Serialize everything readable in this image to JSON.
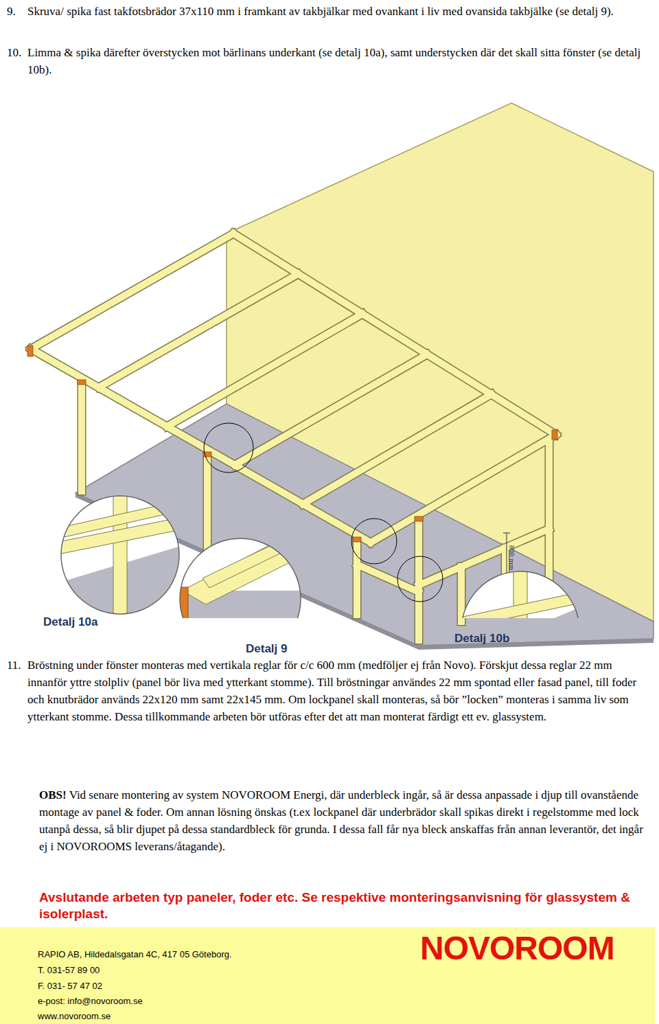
{
  "diagram": {
    "nodes": [
      {
        "text": [
          "RAPIO AB, Hildedalsgatan 4C, 417 05 Göteborg.",
          "T. 031-57 89 00",
          "F. 031- 57 47 02",
          "e-post: info@novoroom.se",
          "www.novoroom.se",
          "NOVOROOM"
        ]
      }
    ],
    "labels": [
      "9.",
      "Skruva/ spika fast takfotsbrädor 37x110 mm i framkant av takbjälkar med ovankant i liv med ovansida takbjälke (se detalj 9).",
      "10.",
      "Limma & spika därefter överstycken mot bärlinans underkant (se detalj 10a), samt understycken där det skall sitta fönster (se detalj 10b).",
      "800 mm",
      "Detalj 10a",
      "Detalj 9",
      "Detalj 10b",
      "11.",
      "Bröstning under fönster monteras med vertikala reglar för c/c 600 mm (medföljer ej från Novo). Förskjut dessa reglar 22 mm innanför yttre stolpliv (panel bör liva med ytterkant stomme). Till bröstningar användes 22 mm spontad eller fasad panel, till foder och knutbrädor används 22x120 mm samt 22x145 mm. Om lockpanel skall monteras, så bör ”locken” monteras i samma liv som ytterkant stomme. Dessa tillkommande arbeten bör utföras efter det att man monterat färdigt ett ev. glassystem.",
      "OBS!",
      "Vid senare montering av system NOVOROOM Energi, där underbleck ingår, så är dessa anpassade i djup till ovanstående montage av panel & foder. Om annan lösning önskas (t.ex lockpanel där underbrädor skall spikas direkt i regelstomme med lock utanpå dessa, så blir djupet på dessa standardbleck för grunda. I dessa fall får nya bleck anskaffas från annan leverantör, det ingår ej i NOVOROOMS leverans/åtagande).",
      "Avslutande arbeten typ paneler, foder etc. Se respektive monteringsanvisning för glassystem & isolerplast."
    ]
  }
}
